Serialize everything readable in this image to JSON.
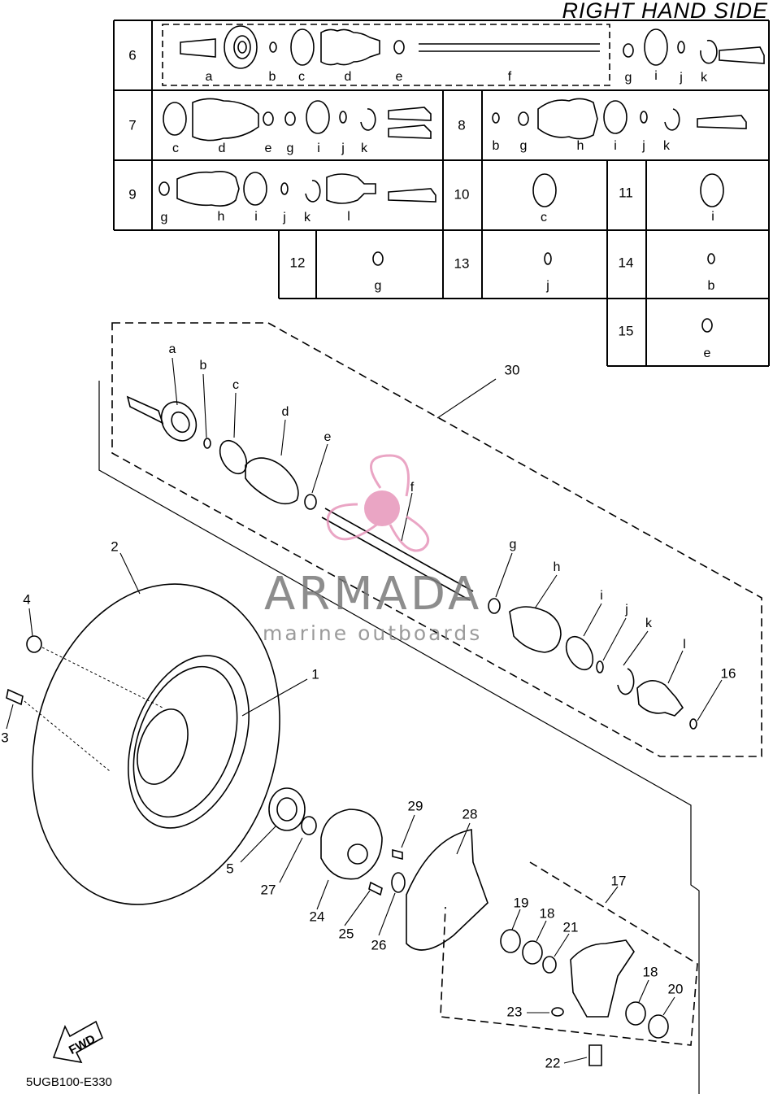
{
  "title": "RIGHT HAND SIDE",
  "diagram_code": "5UGB100-E330",
  "watermark": {
    "brand": "ARMADA",
    "tagline": "marine outboards"
  },
  "fwd_label": "FWD",
  "kit_table": {
    "rows": [
      {
        "no": "6",
        "parts": [
          "a",
          "b",
          "c",
          "d",
          "e",
          "f",
          "g",
          "i",
          "j",
          "k"
        ]
      },
      {
        "no": "7",
        "parts": [
          "c",
          "d",
          "e",
          "g",
          "i",
          "j",
          "k"
        ]
      },
      {
        "no": "8",
        "parts": [
          "b",
          "g",
          "h",
          "i",
          "j",
          "k"
        ]
      },
      {
        "no": "9",
        "parts": [
          "g",
          "h",
          "i",
          "j",
          "k",
          "l"
        ]
      },
      {
        "no": "10",
        "parts": [
          "c"
        ]
      },
      {
        "no": "11",
        "parts": [
          "i"
        ]
      },
      {
        "no": "12",
        "parts": [
          "g"
        ]
      },
      {
        "no": "13",
        "parts": [
          "j"
        ]
      },
      {
        "no": "14",
        "parts": [
          "b"
        ]
      },
      {
        "no": "15",
        "parts": [
          "e"
        ]
      }
    ]
  },
  "callouts": {
    "shaft_letters": [
      "a",
      "b",
      "c",
      "d",
      "e",
      "f",
      "g",
      "h",
      "i",
      "j",
      "k",
      "l"
    ],
    "numbers": [
      "1",
      "2",
      "3",
      "4",
      "5",
      "16",
      "17",
      "18",
      "18",
      "19",
      "20",
      "21",
      "22",
      "23",
      "24",
      "25",
      "26",
      "27",
      "28",
      "29",
      "30"
    ]
  }
}
